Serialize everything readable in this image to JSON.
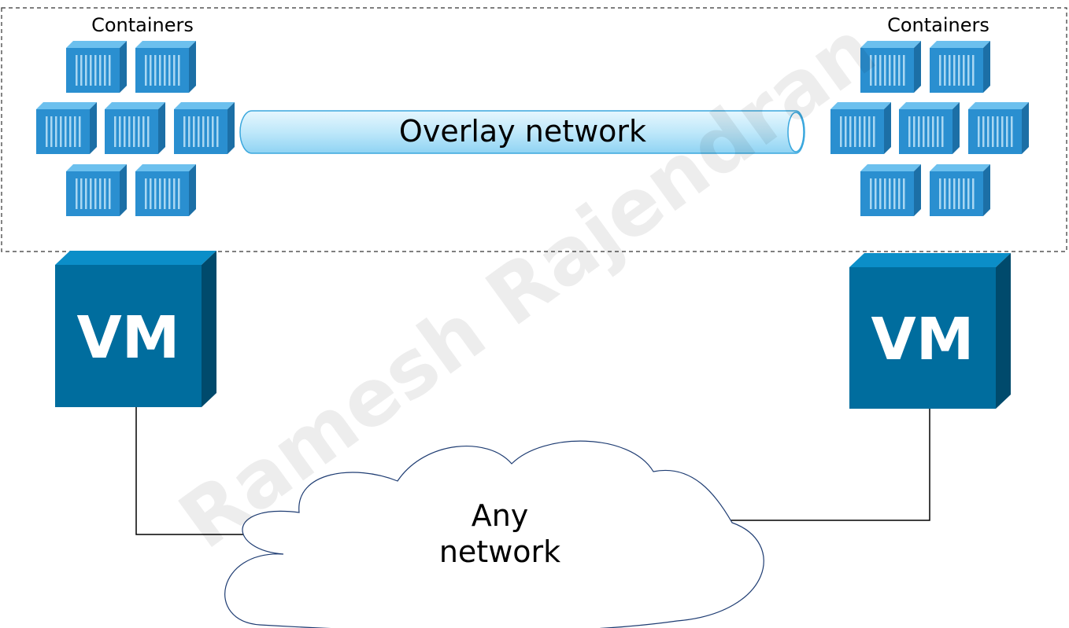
{
  "left_group": {
    "label": "Containers",
    "vm_label": "VM"
  },
  "right_group": {
    "label": "Containers",
    "vm_label": "VM"
  },
  "overlay": {
    "label": "Overlay network"
  },
  "cloud": {
    "line1": "Any",
    "line2": "network"
  },
  "watermark": "Ramesh Rajendran",
  "colors": {
    "container_front": "#2a8fd0",
    "container_top": "#6cc0ee",
    "container_side": "#1c6fa6",
    "vm_front": "#006d9e",
    "vm_top": "#0b8ec8",
    "vm_side": "#004a6c",
    "tube": "#c8ecfa"
  }
}
